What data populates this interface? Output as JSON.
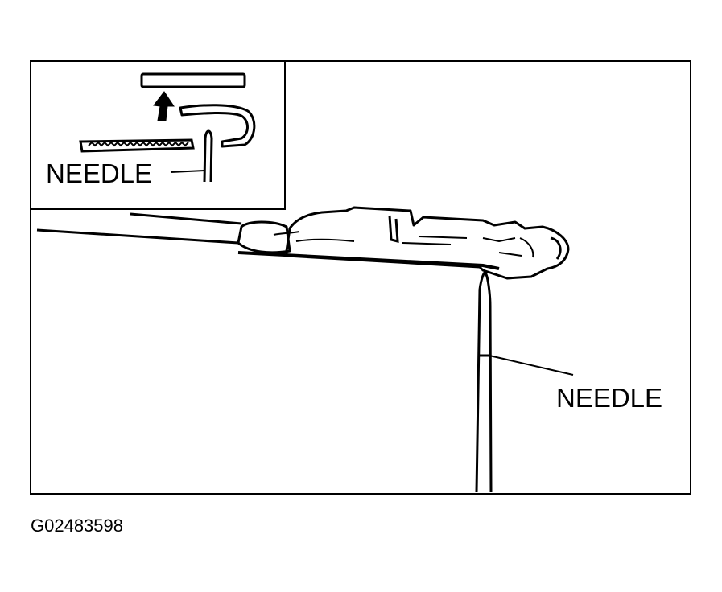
{
  "inset": {
    "needle_label": "NEEDLE"
  },
  "main": {
    "needle_label": "NEEDLE"
  },
  "figure_code": "G02483598",
  "colors": {
    "ink": "#000000",
    "paper": "#ffffff"
  }
}
